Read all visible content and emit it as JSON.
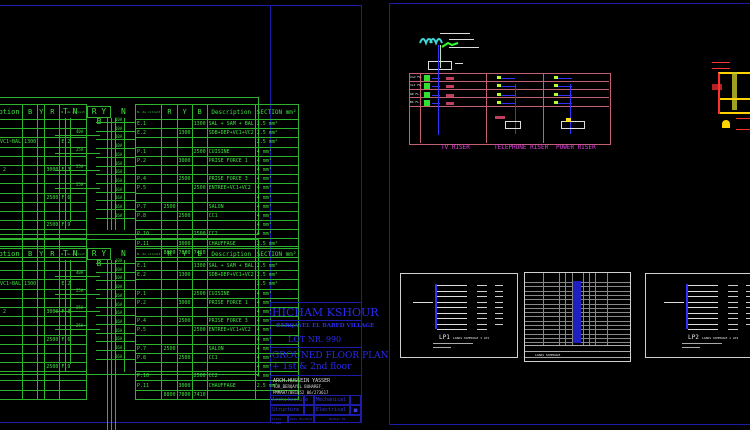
{
  "left_sheet": {
    "schedule_top": {
      "left_headers": [
        "ption",
        "B",
        "Y",
        "R",
        "N. du circuit"
      ],
      "mid_labels": {
        "tn": "T N",
        "ryb": "R Y B",
        "n": "N"
      },
      "right_headers": [
        "N. du circuit",
        "R",
        "Y",
        "B",
        "Description",
        "SECTION mm²"
      ],
      "left_rows": [
        {
          "desc": "",
          "b": "",
          "y": "",
          "r": "",
          "ckt": ""
        },
        {
          "desc": "",
          "b": "",
          "y": "",
          "r": "",
          "ckt": ""
        },
        {
          "desc": "~VC1~BAL",
          "b": "1300",
          "y": "",
          "r": "",
          "ckt": "E.2"
        },
        {
          "desc": "",
          "b": "",
          "y": "",
          "r": "",
          "ckt": ""
        },
        {
          "desc": "",
          "b": "",
          "y": "",
          "r": "",
          "ckt": ""
        },
        {
          "desc": "C 2",
          "b": "",
          "y": "",
          "r": "3000",
          "ckt": "F.3"
        },
        {
          "desc": "",
          "b": "",
          "y": "",
          "r": "",
          "ckt": ""
        },
        {
          "desc": "",
          "b": "",
          "y": "",
          "r": "",
          "ckt": ""
        },
        {
          "desc": "",
          "b": "",
          "y": "",
          "r": "2500",
          "ckt": "F.6"
        },
        {
          "desc": "",
          "b": "",
          "y": "",
          "r": "",
          "ckt": ""
        },
        {
          "desc": "",
          "b": "",
          "y": "",
          "r": "",
          "ckt": ""
        },
        {
          "desc": "",
          "b": "",
          "y": "",
          "r": "2500",
          "ckt": "F.9"
        },
        {
          "desc": "",
          "b": "",
          "y": "",
          "r": "",
          "ckt": ""
        },
        {
          "desc": "",
          "b": "",
          "y": "",
          "r": "",
          "ckt": ""
        },
        {
          "desc": "",
          "b": "",
          "y": "",
          "r": "",
          "ckt": ""
        }
      ],
      "breakers": [
        "10A",
        "10A",
        "10A",
        "10A",
        "16A",
        "16A",
        "16A",
        "16A",
        "16A",
        "16A",
        "16A",
        "16A"
      ],
      "main_breakers": [
        "40A",
        "25A",
        "25A",
        "25A"
      ],
      "right_rows": [
        {
          "ckt": "E.1",
          "r": "",
          "y": "",
          "b": "1300",
          "desc": "SAL + SAM + BAL",
          "sec": "2.5 mm²"
        },
        {
          "ckt": "E.2",
          "r": "",
          "y": "1300",
          "b": "",
          "desc": "SDB+DEP+VC1+VC2",
          "sec": "2.5 mm²"
        },
        {
          "ckt": "",
          "r": "",
          "y": "",
          "b": "",
          "desc": "",
          "sec": "2.5 mm²"
        },
        {
          "ckt": "P.1",
          "r": "",
          "y": "",
          "b": "2500",
          "desc": "CUISINE",
          "sec": "4 mm²"
        },
        {
          "ckt": "P.2",
          "r": "",
          "y": "3000",
          "b": "",
          "desc": "PRISE FORCE 1",
          "sec": "4 mm²"
        },
        {
          "ckt": "",
          "r": "",
          "y": "",
          "b": "",
          "desc": "",
          "sec": "4 mm²"
        },
        {
          "ckt": "P.4",
          "r": "",
          "y": "2500",
          "b": "",
          "desc": "PRISE FORCE 3",
          "sec": "4 mm²"
        },
        {
          "ckt": "P.5",
          "r": "",
          "y": "",
          "b": "2500",
          "desc": "ENTREE+VC1+VC2",
          "sec": "4 mm²"
        },
        {
          "ckt": "",
          "r": "",
          "y": "",
          "b": "",
          "desc": "",
          "sec": "4 mm²"
        },
        {
          "ckt": "P.7",
          "r": "2500",
          "y": "",
          "b": "",
          "desc": "SALON",
          "sec": "4 mm²"
        },
        {
          "ckt": "P.8",
          "r": "",
          "y": "2500",
          "b": "",
          "desc": "CC1",
          "sec": "4 mm²"
        },
        {
          "ckt": "",
          "r": "",
          "y": "",
          "b": "",
          "desc": "",
          "sec": "4 mm²"
        },
        {
          "ckt": "P.10",
          "r": "",
          "y": "",
          "b": "2500",
          "desc": "CC2",
          "sec": "4 mm²"
        },
        {
          "ckt": "P.11",
          "r": "",
          "y": "3000",
          "b": "",
          "desc": "CHAUFFAGE",
          "sec": "2.5 mm²"
        },
        {
          "ckt": "",
          "r": "8800",
          "y": "7800",
          "b": "7410",
          "desc": "",
          "sec": ""
        }
      ]
    },
    "schedule_bottom": {
      "left_headers": [
        "ption",
        "B",
        "Y",
        "R",
        "N. du circuit"
      ],
      "mid_labels": {
        "tn": "T N",
        "ryb": "R Y B",
        "n": "N"
      },
      "right_headers": [
        "N. du circuit",
        "R",
        "Y",
        "B",
        "Description",
        "SECTION mm²"
      ],
      "left_rows": [
        {
          "desc": "",
          "b": "",
          "y": "",
          "r": "",
          "ckt": ""
        },
        {
          "desc": "",
          "b": "",
          "y": "",
          "r": "",
          "ckt": ""
        },
        {
          "desc": "~VC1~BAL",
          "b": "1300",
          "y": "",
          "r": "",
          "ckt": "E.2"
        },
        {
          "desc": "",
          "b": "",
          "y": "",
          "r": "",
          "ckt": ""
        },
        {
          "desc": "",
          "b": "",
          "y": "",
          "r": "",
          "ckt": ""
        },
        {
          "desc": "C 2",
          "b": "",
          "y": "",
          "r": "3000",
          "ckt": "F.3"
        },
        {
          "desc": "",
          "b": "",
          "y": "",
          "r": "",
          "ckt": ""
        },
        {
          "desc": "",
          "b": "",
          "y": "",
          "r": "",
          "ckt": ""
        },
        {
          "desc": "",
          "b": "",
          "y": "",
          "r": "2500",
          "ckt": "F.6"
        },
        {
          "desc": "",
          "b": "",
          "y": "",
          "r": "",
          "ckt": ""
        },
        {
          "desc": "",
          "b": "",
          "y": "",
          "r": "",
          "ckt": ""
        },
        {
          "desc": "",
          "b": "",
          "y": "",
          "r": "2500",
          "ckt": "F.9"
        },
        {
          "desc": "",
          "b": "",
          "y": "",
          "r": "",
          "ckt": ""
        },
        {
          "desc": "",
          "b": "",
          "y": "",
          "r": "",
          "ckt": ""
        },
        {
          "desc": "",
          "b": "",
          "y": "",
          "r": "",
          "ckt": ""
        }
      ],
      "breakers": [
        "10A",
        "10A",
        "10A",
        "10A",
        "16A",
        "16A",
        "16A",
        "16A",
        "16A",
        "16A",
        "16A",
        "16A"
      ],
      "main_breakers": [
        "40A",
        "25A",
        "25A",
        "25A"
      ],
      "right_rows": [
        {
          "ckt": "E.1",
          "r": "",
          "y": "",
          "b": "1300",
          "desc": "SAL + SAM + BAL",
          "sec": "2.5 mm²"
        },
        {
          "ckt": "E.2",
          "r": "",
          "y": "1300",
          "b": "",
          "desc": "SDB+DEP+VC1+VC2",
          "sec": "2.5 mm²"
        },
        {
          "ckt": "",
          "r": "",
          "y": "",
          "b": "",
          "desc": "",
          "sec": "2.5 mm²"
        },
        {
          "ckt": "P.1",
          "r": "",
          "y": "",
          "b": "2500",
          "desc": "CUISINE",
          "sec": "4 mm²"
        },
        {
          "ckt": "P.2",
          "r": "",
          "y": "3000",
          "b": "",
          "desc": "PRISE FORCE 1",
          "sec": "4 mm²"
        },
        {
          "ckt": "",
          "r": "",
          "y": "",
          "b": "",
          "desc": "",
          "sec": "4 mm²"
        },
        {
          "ckt": "P.4",
          "r": "",
          "y": "2500",
          "b": "",
          "desc": "PRISE FORCE 3",
          "sec": "4 mm²"
        },
        {
          "ckt": "P.5",
          "r": "",
          "y": "",
          "b": "2500",
          "desc": "ENTREE+VC1+VC2",
          "sec": "4 mm²"
        },
        {
          "ckt": "",
          "r": "",
          "y": "",
          "b": "",
          "desc": "",
          "sec": "4 mm²"
        },
        {
          "ckt": "P.7",
          "r": "2500",
          "y": "",
          "b": "",
          "desc": "SALON",
          "sec": "4 mm²"
        },
        {
          "ckt": "P.8",
          "r": "",
          "y": "2500",
          "b": "",
          "desc": "CC1",
          "sec": "4 mm²"
        },
        {
          "ckt": "",
          "r": "",
          "y": "",
          "b": "",
          "desc": "",
          "sec": "4 mm²"
        },
        {
          "ckt": "P.10",
          "r": "",
          "y": "",
          "b": "2500",
          "desc": "CC2",
          "sec": "4 mm²"
        },
        {
          "ckt": "P.11",
          "r": "",
          "y": "3000",
          "b": "",
          "desc": "CHAUFFAGE",
          "sec": "2.5 mm²"
        },
        {
          "ckt": "",
          "r": "8800",
          "y": "7800",
          "b": "7410",
          "desc": "",
          "sec": ""
        }
      ]
    },
    "title_block": {
      "owner": "HICHAM KSHOUR",
      "project": "BERQAYEL EL BARED VILLAGE",
      "lot": "LOT NR. 990",
      "drawing_title_1": "GROUNED FLOOR PLAN",
      "drawing_title_2": "+ 1st & 2nd floor",
      "architect_1": "ARCH.HUSSEIN YASSER",
      "architect_2": "TUR_BERQAYEL BUHAREF_",
      "architect_3": "PMMAH7/081852  06/273617",
      "disciplines": [
        "Architecture",
        "Mechanical",
        "Structure",
        "Electrical"
      ],
      "footer": [
        "Scale 1/100",
        "Date 05/2014",
        "Number E1"
      ]
    }
  },
  "right_sheet": {
    "risers": [
      "TV RISER",
      "TELEPHONE RISER",
      "POWER RISER"
    ],
    "floor_labels": [
      "2nd FL.",
      "1st FL.",
      "GR FL.",
      "BS FL."
    ],
    "panels": {
      "lp1": {
        "title": "LP1",
        "note": "LOADS SCHEDULE 1 LP1"
      },
      "schedule": {
        "title": "LOADS SCHEDULE"
      },
      "lp2": {
        "title": "LP2",
        "note": "LOADS SCHEDULE 1 LP2"
      }
    }
  },
  "colors": {
    "background": "#000000",
    "sheet_border": "#1c1ca8",
    "schedule_lines": "#2fb32f",
    "riser_labels": "#e040e0",
    "title_text": "#2a2af0"
  }
}
